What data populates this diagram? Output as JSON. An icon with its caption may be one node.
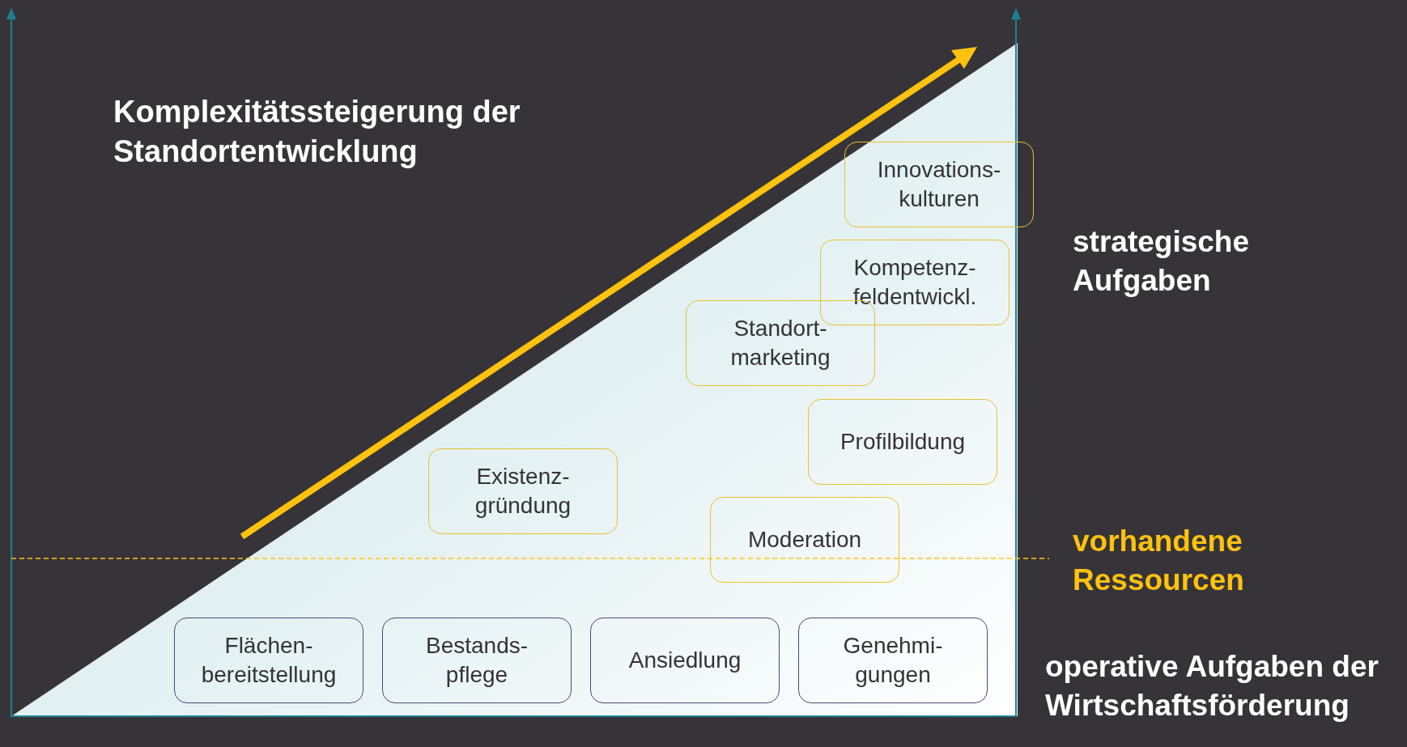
{
  "diagram": {
    "title": "Komplexitätssteigerung der Standortentwicklung",
    "nodes": [
      {
        "text": [
          "Innovations- kulturen"
        ]
      },
      {
        "text": [
          "Kompetenz- feldentwickl."
        ]
      },
      {
        "text": [
          "Standort- marketing"
        ]
      },
      {
        "text": [
          "Profilbildung"
        ]
      },
      {
        "text": [
          "Existenz- gründung"
        ]
      },
      {
        "text": [
          "Moderation"
        ]
      },
      {
        "text": [
          "Flächen- bereitstellung"
        ]
      },
      {
        "text": [
          "Bestands- pflege"
        ]
      },
      {
        "text": [
          "Ansiedlung"
        ]
      },
      {
        "text": [
          "Genehmi- gungen"
        ]
      }
    ],
    "labels": [
      "strategische Aufgaben",
      "vorhandene Ressourcen",
      "operative Aufgaben der Wirtschaftsförderung"
    ]
  }
}
